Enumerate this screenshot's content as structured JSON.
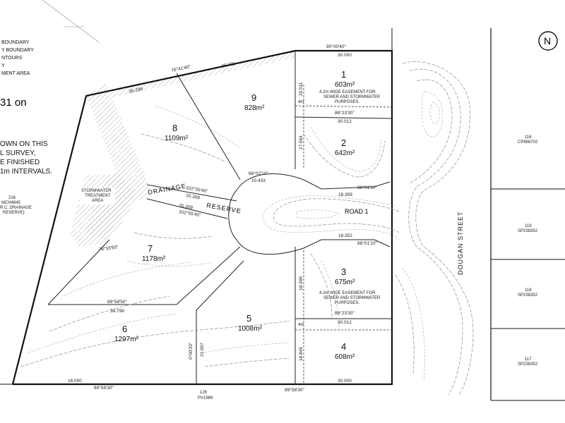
{
  "legend": {
    "lines": [
      "BOUNDARY",
      "Y BOUNDARY",
      "NTOURS",
      "Y",
      "MENT AREA"
    ],
    "big": "31 on",
    "notes": [
      "OWN ON THIS",
      "L SURVEY,",
      "E FINISHED",
      "1m INTERVALS."
    ]
  },
  "north": "N",
  "lots": [
    {
      "num": "1",
      "area": "603m²"
    },
    {
      "num": "2",
      "area": "642m²"
    },
    {
      "num": "3",
      "area": "675m²"
    },
    {
      "num": "4",
      "area": "608m²"
    },
    {
      "num": "5",
      "area": "1008m²"
    },
    {
      "num": "6",
      "area": "1297m²"
    },
    {
      "num": "7",
      "area": "1178m²"
    },
    {
      "num": "8",
      "area": "1109m²"
    },
    {
      "num": "9",
      "area": "828m²"
    }
  ],
  "labels": {
    "road": "ROAD 1",
    "drainage": "DRAINAGE",
    "reserve": "RESERVE",
    "street": "DOUGAN STREET",
    "stormwater": [
      "STORMWATER",
      "TREATMENT",
      "AREA"
    ],
    "reserve216": [
      "216",
      "MCH4845",
      "R.C. DRAINAGE",
      "RESERVE)"
    ],
    "easement1": [
      "4.2m WIDE EASEMENT FOR",
      "SEWER AND STORMWATER",
      "PURPOSES."
    ],
    "easement2": [
      "4.2m WIDE EASEMENT FOR",
      "SEWER AND STORMWATER",
      "PURPOSES."
    ],
    "ease_w1": "4m",
    "ease_w2": "4m",
    "bottom_ref": [
      "126",
      "PV1989"
    ]
  },
  "adjacent": [
    {
      "num": "116",
      "plan": "CP866702"
    },
    {
      "num": "119",
      "plan": "SP238352"
    },
    {
      "num": "118",
      "plan": "SP238352"
    },
    {
      "num": "117",
      "plan": "SP238352"
    }
  ],
  "dims": {
    "top_bearing": "90°00'40\"",
    "top_len": "30.000",
    "lot9_top": "76°41'40\"",
    "lot9_len": "26.721",
    "lot8_top": "30.289",
    "l1_bearing": "88°23'30\"",
    "l1_len": "30.012",
    "l2_right": "20.511",
    "l2_left": "17.564",
    "l2_arc": "18.359",
    "l2_bearing": "88°01'10\"",
    "l3_arc": "18.352",
    "l3_bearing": "88°01'10\"",
    "l3_left": "18.398",
    "l3_bearing2": "88°23'30\"",
    "l3_len": "30.012",
    "l4_left": "18.846",
    "l4_bearing": "89°58'30\"",
    "l4_len": "30.000",
    "bottom_bearing": "89°58'30\"",
    "bottom_len": "16.000",
    "l6_bearing": "89°58'50\"",
    "l6_len": "38.798",
    "l7_left": "78°33'50\"",
    "drain1": "102°55'40\"",
    "drain1_len": "20.309",
    "drain2": "20.309",
    "drain3": "102°55'40\"",
    "l9_bearing": "66°02'10\"",
    "l9_len": "10.433",
    "l5_len": "21.007",
    "l5_bearing": "0°00'20\""
  }
}
